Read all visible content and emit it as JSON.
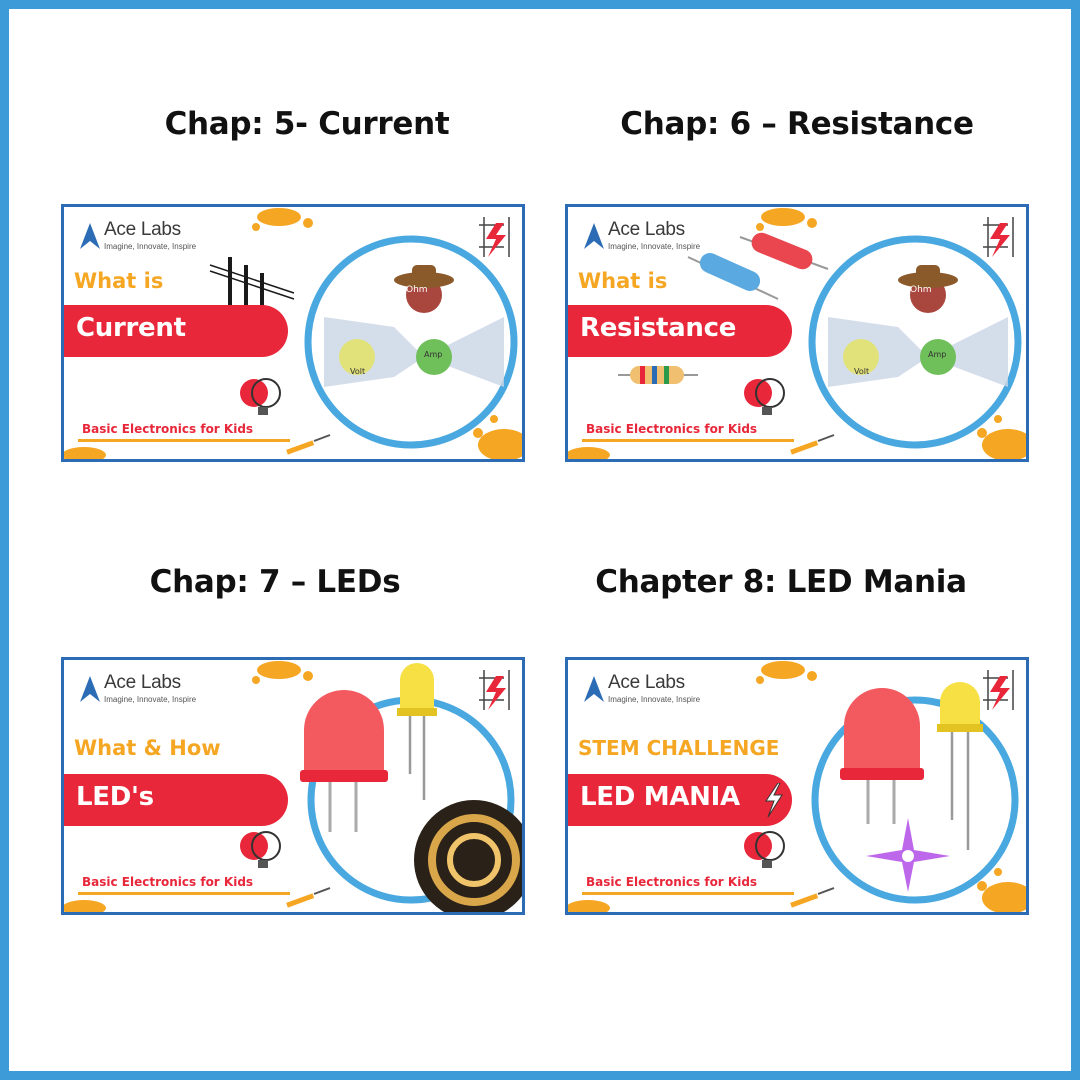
{
  "chapters": [
    {
      "heading": "Chap: 5- Current",
      "brand": "Ace Labs",
      "tagline": "Imagine, Innovate, Inspire",
      "subtitle": "What is",
      "banner": "Current",
      "footer": "Basic Electronics for Kids",
      "labels": {
        "ohm": "Ohm",
        "volt": "Volt",
        "amp": "Amp"
      }
    },
    {
      "heading": "Chap: 6 – Resistance",
      "brand": "Ace Labs",
      "tagline": "Imagine, Innovate, Inspire",
      "subtitle": "What is",
      "banner": "Resistance",
      "footer": "Basic Electronics for Kids",
      "labels": {
        "ohm": "Ohm",
        "volt": "Volt",
        "amp": "Amp"
      }
    },
    {
      "heading": "Chap: 7 – LEDs",
      "brand": "Ace Labs",
      "tagline": "Imagine, Innovate, Inspire",
      "subtitle": "What & How",
      "banner": "LED's",
      "footer": "Basic Electronics for Kids"
    },
    {
      "heading": "Chapter 8: LED Mania",
      "brand": "Ace Labs",
      "tagline": "Imagine, Innovate, Inspire",
      "subtitle": "STEM CHALLENGE",
      "banner": "LED MANIA",
      "footer": "Basic Electronics for Kids"
    }
  ],
  "colors": {
    "frame": "#3d9bd7",
    "card_border": "#2c6cb5",
    "banner_red": "#e8283a",
    "accent_orange": "#f5a623",
    "ring_blue": "#4aa8e0"
  },
  "icons": [
    "ace-labs-bird-icon",
    "brain-bulb-icon",
    "circuit-lightning-icon",
    "screwdriver-icon",
    "paint-splash-icon"
  ]
}
